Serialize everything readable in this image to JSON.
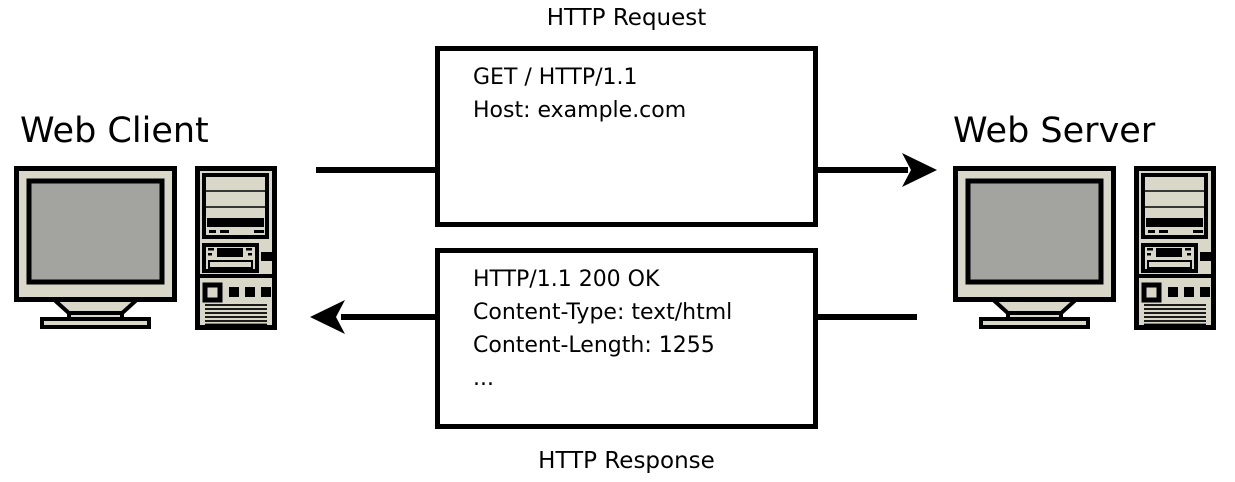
{
  "diagram": {
    "title_top": "HTTP Request",
    "title_bottom": "HTTP Response",
    "client": {
      "label": "Web Client"
    },
    "server": {
      "label": "Web Server"
    },
    "request_box": {
      "lines": [
        "GET / HTTP/1.1",
        "Host: example.com"
      ]
    },
    "response_box": {
      "lines": [
        "HTTP/1.1 200 OK",
        "Content-Type: text/html",
        "Content-Length: 1255",
        "..."
      ]
    },
    "colors": {
      "background": "#ffffff",
      "line_black": "#000000",
      "case_beige": "#d8d7c8",
      "screen_gray": "#a3a3a0"
    }
  }
}
